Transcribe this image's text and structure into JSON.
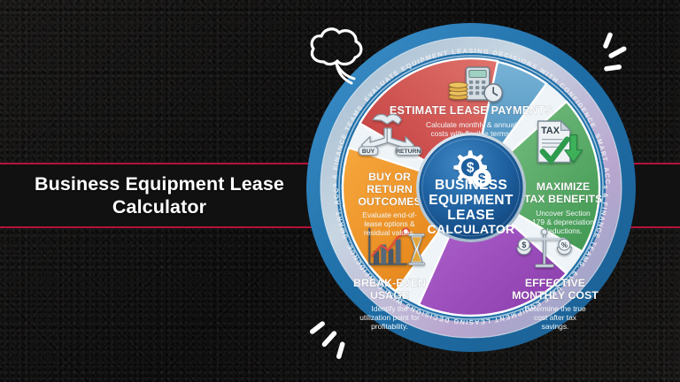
{
  "page": {
    "background_color": "#161515",
    "accent_rule_color": "#b4123a"
  },
  "title_band": {
    "line1": "Business Equipment Lease",
    "line2": "Calculator"
  },
  "infographic": {
    "hub": {
      "icon": "gear-dollar-icon",
      "line1": "BUSINESS",
      "line2": "EQUIPMENT",
      "line3": "LEASE",
      "line4": "CALCULATOR",
      "color": "#1d5f9e"
    },
    "outer_ring": {
      "top_text": "BUILT FOR OWNERS, CFOs & FINANCE TEAMS. EVALUATE EQUIPMENT LEASING DECISIONS WITH CONFIDENCE. SMART. ACCURATE. COMPREHENSIVE.",
      "bottom_text": "BUILT FOR OWNERS, CFOs & FINANCE TEAMS. EVALUATE EQUIPMENT LEASING DECISIONS WITH CONFIDENCE. SMART. ACCURATE. COMPREHENSIVE.",
      "color": "#2a7fc1"
    },
    "segments": [
      {
        "id": "estimate-lease-payments",
        "icon": "calculator-coins-clock-icon",
        "title_lines": [
          "ESTIMATE LEASE PAYMENTS"
        ],
        "subtitle_lines": [
          "Calculate monthly & annual",
          "costs with flexible terms."
        ],
        "color": "#5fa3cc",
        "color_dark": "#3c84b4"
      },
      {
        "id": "maximize-tax-benefits",
        "icon": "tax-document-check-arrow-icon",
        "title_lines": [
          "MAXIMIZE",
          "TAX BENEFITS"
        ],
        "subtitle_lines": [
          "Uncover Section",
          "179 & depreciation",
          "deductions."
        ],
        "color": "#5fb36a",
        "color_dark": "#3f9750"
      },
      {
        "id": "effective-monthly-cost",
        "icon": "balance-scale-dollar-percent-icon",
        "title_lines": [
          "EFFECTIVE",
          "MONTHLY COST"
        ],
        "subtitle_lines": [
          "Determine the true",
          "cost after tax",
          "savings."
        ],
        "color": "#a css",
        "color_hex": "#a855c9",
        "color_dark": "#8d3fae"
      },
      {
        "id": "break-even-usage",
        "icon": "bar-chart-hourglass-icon",
        "title_lines": [
          "BREAK-EVEN",
          "USAGE"
        ],
        "subtitle_lines": [
          "Identify the",
          "utilization point for",
          "profitability."
        ],
        "color": "#f3952a",
        "color_dark": "#dd7a14"
      },
      {
        "id": "buy-or-return-outcomes",
        "icon": "handshake-two-arrows-icon",
        "title_lines": [
          "BUY OR",
          "RETURN",
          "OUTCOMES"
        ],
        "subtitle_lines": [
          "Evaluate end-of-",
          "lease options &",
          "residual values."
        ],
        "color": "#d9534f",
        "color_dark": "#bf3b38",
        "badge_left": "BUY",
        "badge_right": "RETURN"
      }
    ]
  },
  "decorations": {
    "cloud": "cloud-doodle",
    "spark_top_right": "sparkle-lines-doodle",
    "spark_bottom_left": "sparkle-lines-doodle"
  }
}
